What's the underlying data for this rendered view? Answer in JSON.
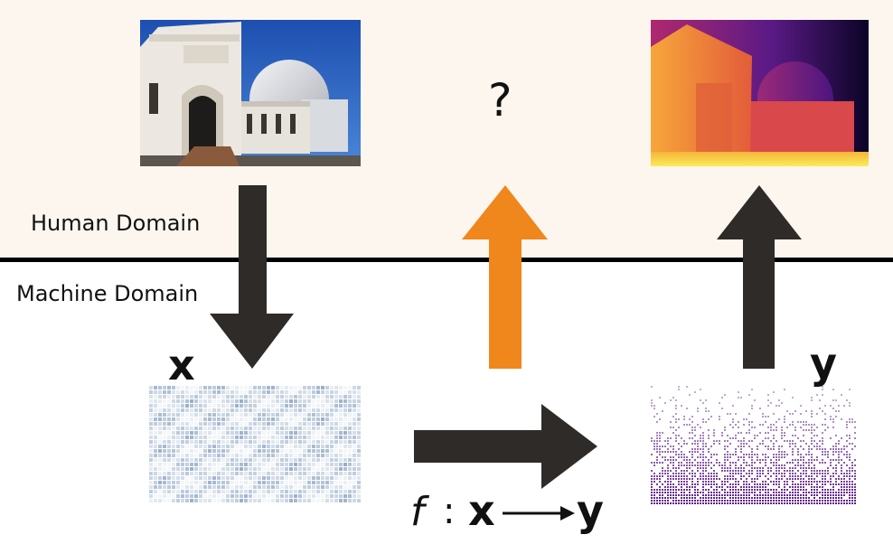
{
  "domains": {
    "human": "Human Domain",
    "machine": "Machine Domain"
  },
  "variables": {
    "x": "x",
    "y": "y"
  },
  "unknown_mark": "?",
  "formula": {
    "func": "f",
    "colon": ":",
    "input": "x",
    "output": "y"
  },
  "colors": {
    "human_bg": "#fdf6ef",
    "arrow_dark": "#2e2b28",
    "arrow_orange": "#f0871c",
    "pattern_blue": "#6f8fb3",
    "pattern_purple": "#5a1a86"
  }
}
